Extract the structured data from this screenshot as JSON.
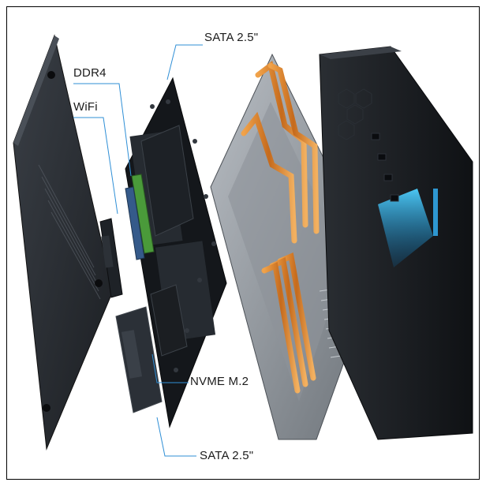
{
  "labels": {
    "sata_top": "SATA 2.5\"",
    "ddr4": "DDR4",
    "wifi": "WiFi",
    "nvme": "NVME M.2",
    "sata_bottom": "SATA 2.5\""
  },
  "colors": {
    "accent_line": "#2f8fd6",
    "chassis": "#1c1f24",
    "board": "#15181c",
    "copper": "#d9822b",
    "glow": "#26b6ff"
  }
}
